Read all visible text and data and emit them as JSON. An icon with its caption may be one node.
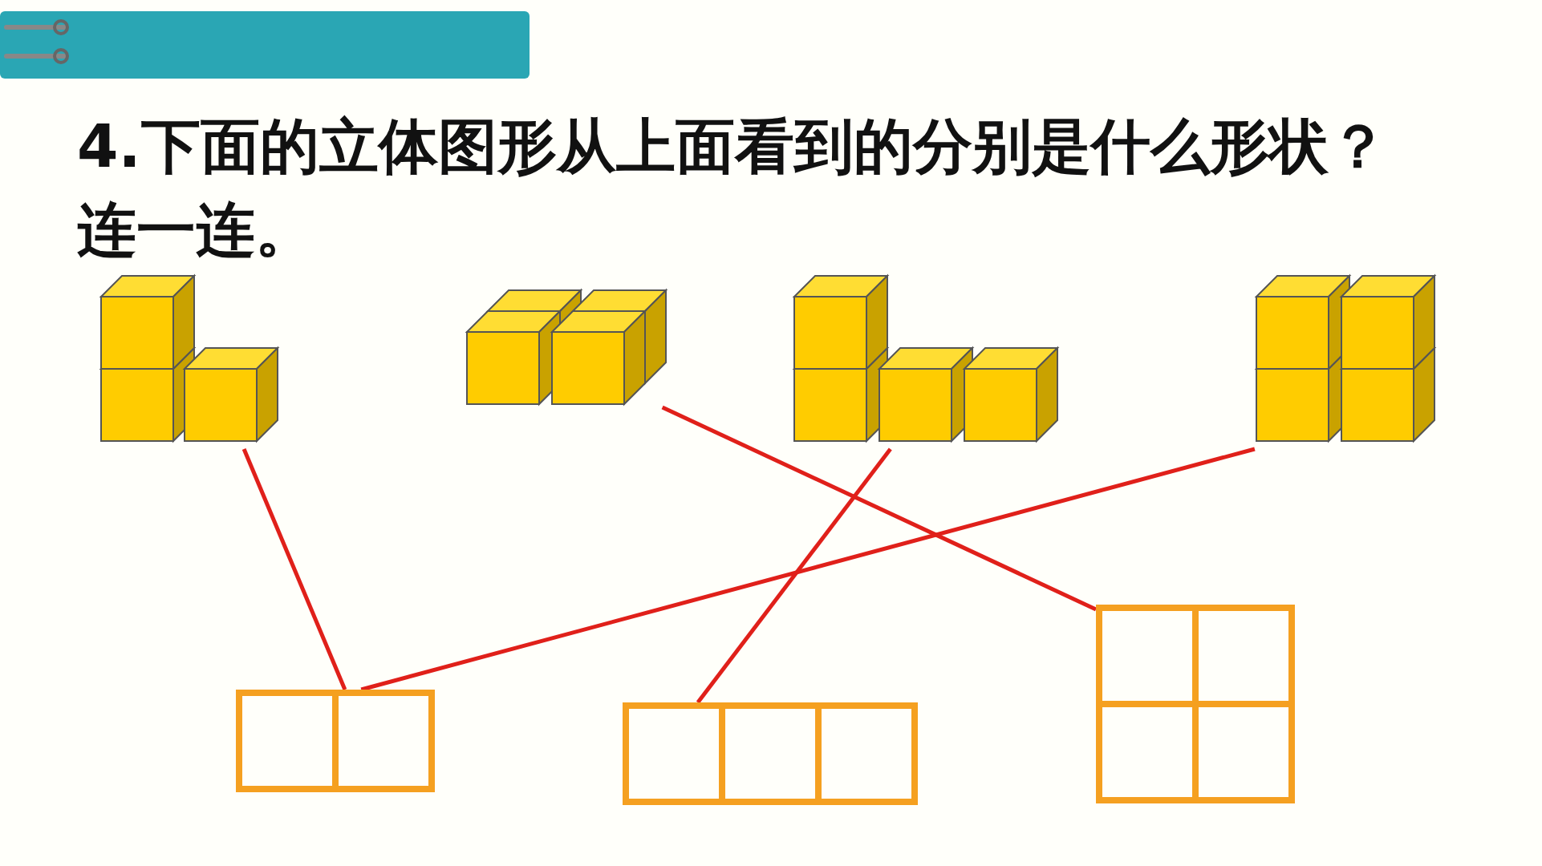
{
  "diagram": {
    "title": "4.下面的立体图形从上面看到的分别是什么形状？连一连。",
    "nodes": [
      {
        "text": [],
        "shape": "picture"
      },
      {
        "text": [],
        "shape": "picture"
      },
      {
        "text": [],
        "shape": "picture"
      },
      {
        "text": [],
        "shape": "picture"
      },
      {
        "text": [],
        "shape": "box"
      },
      {
        "text": [],
        "shape": "box"
      },
      {
        "text": [],
        "shape": "box"
      }
    ],
    "edges": [
      {
        "from": 0,
        "to": 4,
        "arrow": "none"
      },
      {
        "from": 1,
        "to": 6,
        "arrow": "none"
      },
      {
        "from": 2,
        "to": 5,
        "arrow": "none"
      },
      {
        "from": 3,
        "to": 4,
        "arrow": "none"
      }
    ]
  }
}
